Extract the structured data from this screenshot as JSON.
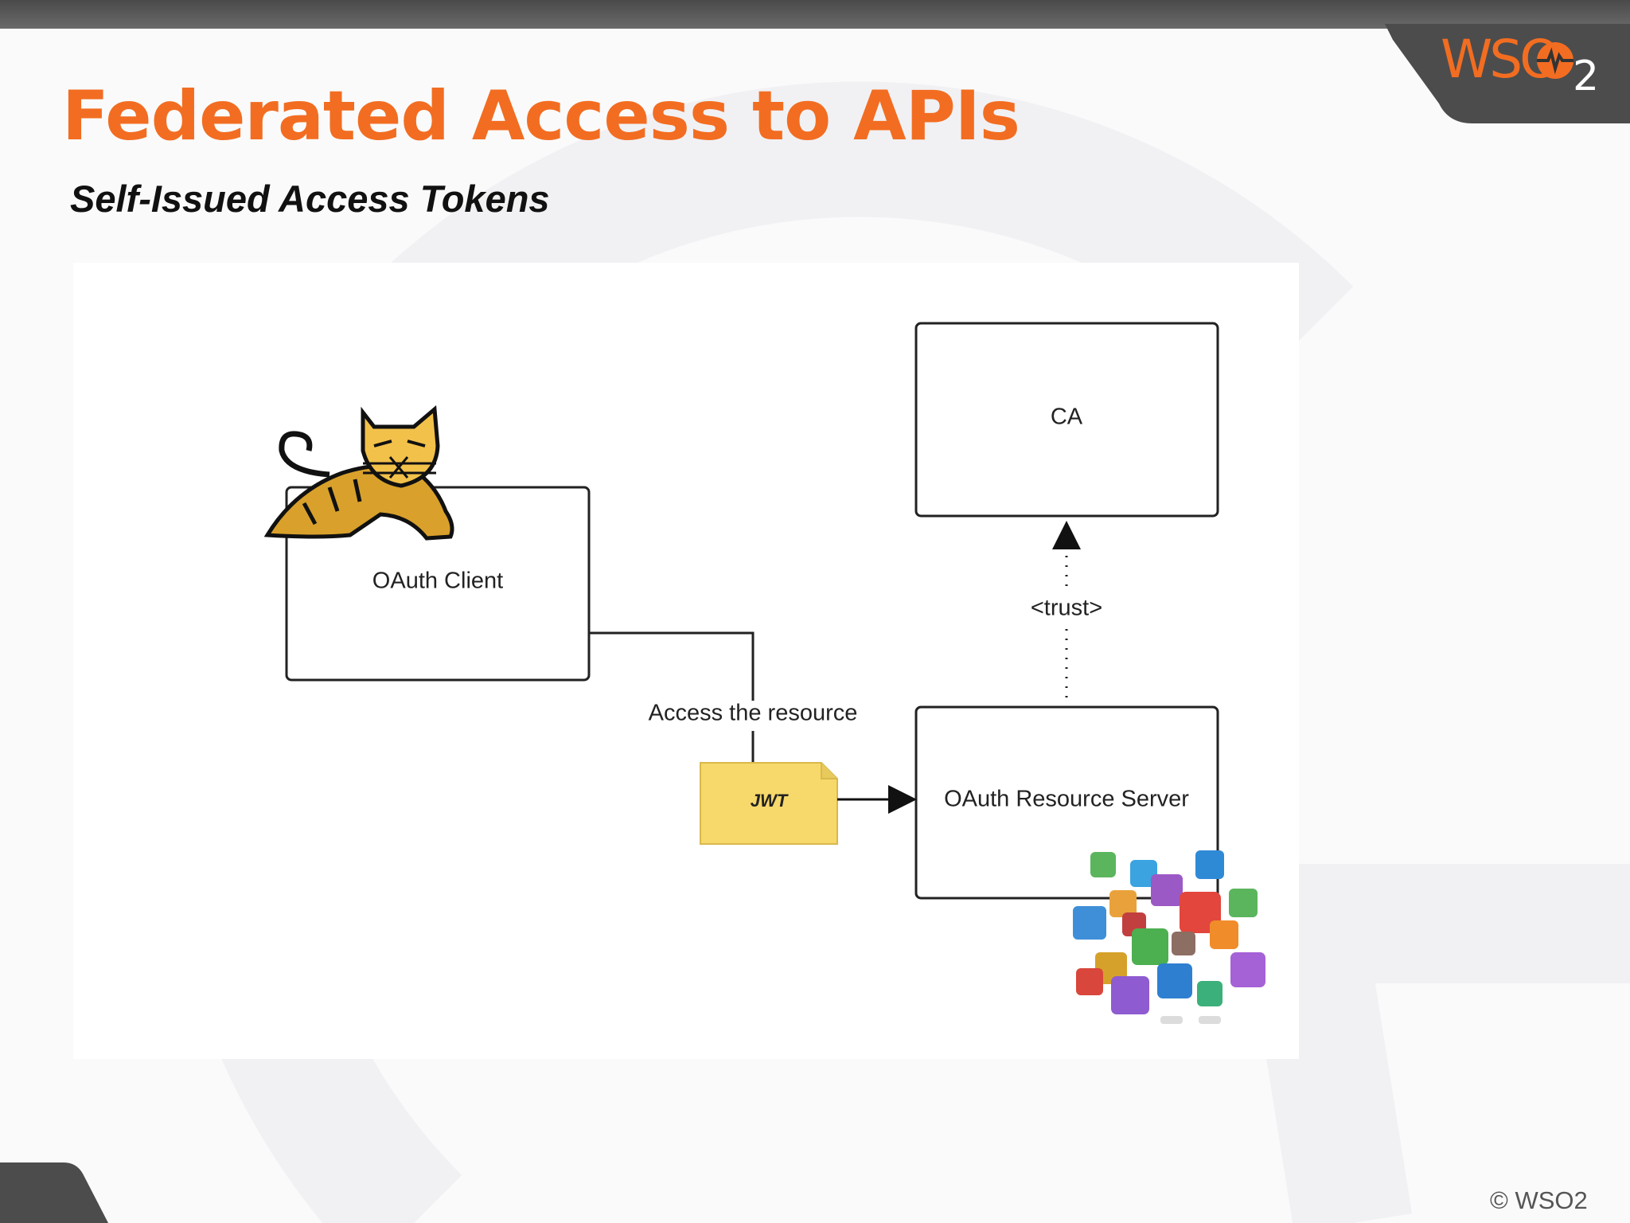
{
  "slide": {
    "title": "Federated Access to APIs",
    "subtitle": "Self-Issued Access Tokens",
    "copyright": "© WSO2"
  },
  "logo": {
    "text": "WSO",
    "subscript": "2"
  },
  "diagram": {
    "nodes": {
      "oauth_client": "OAuth Client",
      "ca": "CA",
      "resource_server": "OAuth Resource Server",
      "token": "JWT"
    },
    "edges": {
      "access": "Access the resource",
      "trust": "<trust>"
    },
    "icons": [
      "tomcat-cat-icon",
      "app-icons-cluster"
    ]
  },
  "colors": {
    "brand_orange": "#f26d21",
    "dark_gray": "#4a4a4a",
    "jwt_fill": "#f7d86a"
  }
}
